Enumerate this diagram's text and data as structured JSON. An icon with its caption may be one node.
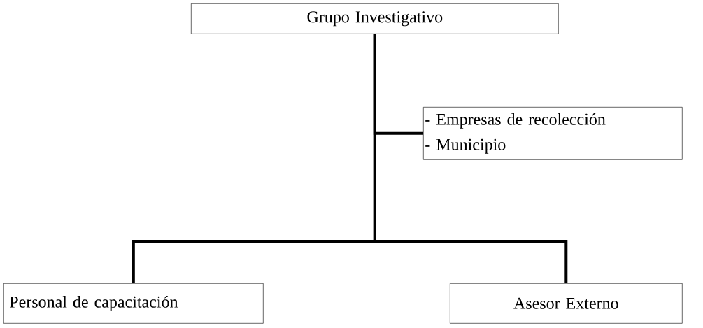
{
  "diagram": {
    "nodes": [
      {
        "text": [
          "Grupo Investigativo"
        ]
      },
      {
        "text": [
          "- Empresas de recolección",
          "- Municipio"
        ]
      },
      {
        "text": [
          "Personal de capacitación"
        ]
      },
      {
        "text": [
          "Asesor Externo"
        ]
      }
    ],
    "edges": [
      {
        "from": 0,
        "to": 1,
        "arrow": "none"
      },
      {
        "from": 0,
        "to": 2,
        "arrow": "none"
      },
      {
        "from": 0,
        "to": 3,
        "arrow": "none"
      }
    ]
  }
}
